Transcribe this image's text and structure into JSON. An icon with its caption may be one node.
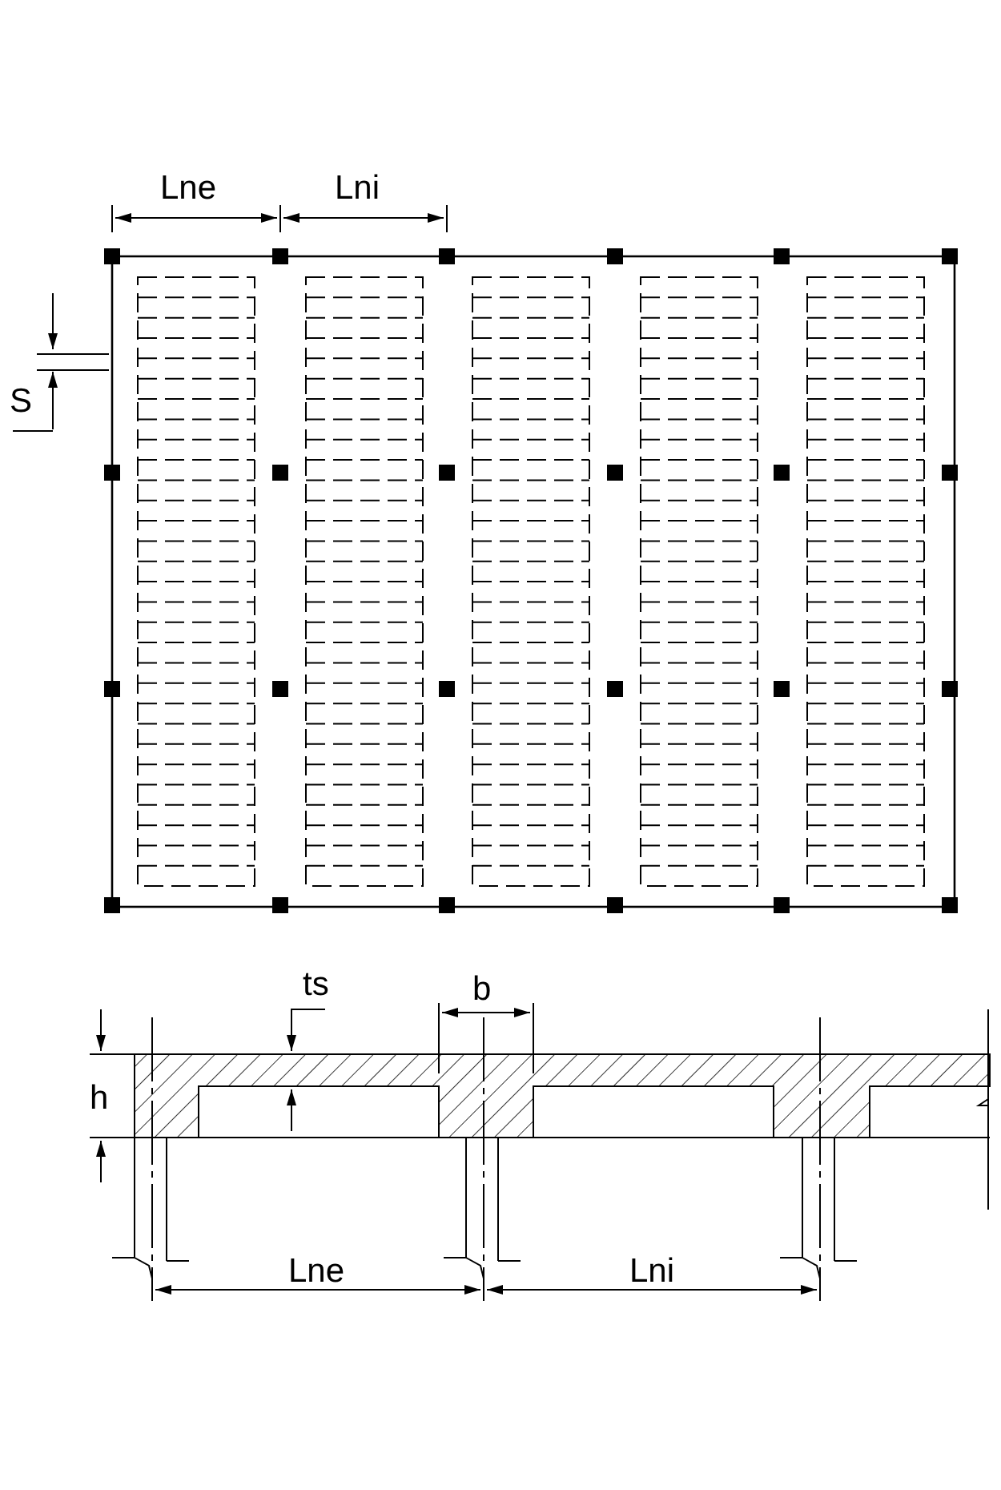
{
  "diagram": {
    "labels": [
      "Lne",
      "Lni",
      "S",
      "ts",
      "b",
      "h",
      "Lne",
      "Lni"
    ]
  }
}
